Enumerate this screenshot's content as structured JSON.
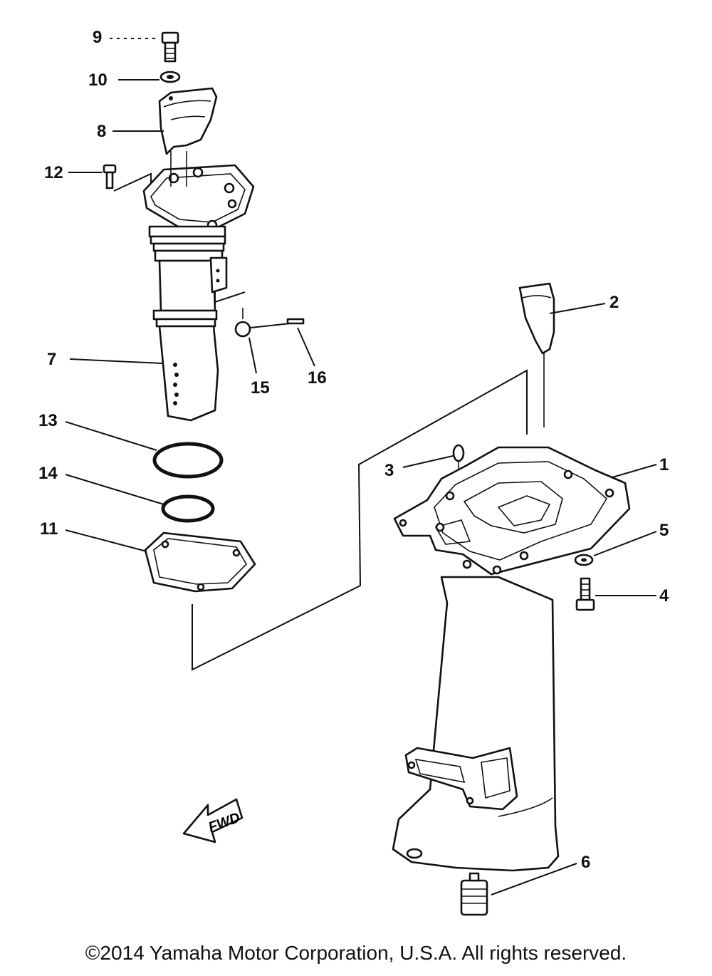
{
  "diagram": {
    "callouts": [
      {
        "id": "1",
        "label": "1"
      },
      {
        "id": "2",
        "label": "2"
      },
      {
        "id": "3",
        "label": "3"
      },
      {
        "id": "4",
        "label": "4"
      },
      {
        "id": "5",
        "label": "5"
      },
      {
        "id": "6",
        "label": "6"
      },
      {
        "id": "7",
        "label": "7"
      },
      {
        "id": "8",
        "label": "8"
      },
      {
        "id": "9",
        "label": "9"
      },
      {
        "id": "10",
        "label": "10"
      },
      {
        "id": "11",
        "label": "11"
      },
      {
        "id": "12",
        "label": "12"
      },
      {
        "id": "13",
        "label": "13"
      },
      {
        "id": "14",
        "label": "14"
      },
      {
        "id": "15",
        "label": "15"
      },
      {
        "id": "16",
        "label": "16"
      }
    ],
    "fwd_arrow_label": "FWD"
  },
  "footer": {
    "copyright": "©2014 Yamaha Motor Corporation, U.S.A. All rights reserved."
  }
}
